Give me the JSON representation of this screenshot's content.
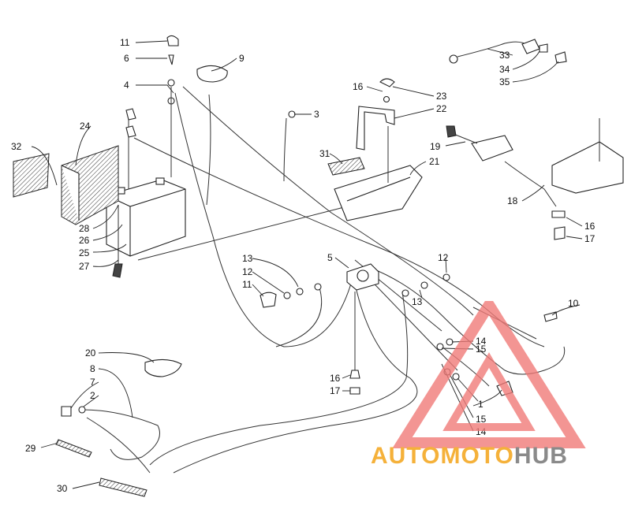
{
  "callouts": {
    "c1": "1",
    "c2": "2",
    "c3": "3",
    "c4": "4",
    "c5": "5",
    "c6": "6",
    "c7": "7",
    "c8": "8",
    "c9": "9",
    "c10": "10",
    "c11a": "11",
    "c11b": "11",
    "c12a": "12",
    "c12b": "12",
    "c13a": "13",
    "c13b": "13",
    "c14a": "14",
    "c14b": "14",
    "c15a": "15",
    "c15b": "15",
    "c16a": "16",
    "c16b": "16",
    "c16c": "16",
    "c17a": "17",
    "c17b": "17",
    "c18": "18",
    "c19": "19",
    "c20": "20",
    "c21": "21",
    "c22": "22",
    "c23": "23",
    "c24": "24",
    "c25": "25",
    "c26": "26",
    "c27": "27",
    "c28": "28",
    "c29": "29",
    "c30": "30",
    "c31": "31",
    "c32": "32",
    "c33": "33",
    "c34": "34",
    "c35": "35"
  },
  "watermark": {
    "word_part1": "AUTOMOTO",
    "word_part2": "HUB",
    "color_primary": "#f07a78",
    "color_word1": "#f5b13a",
    "color_word2": "#8a8a8a"
  }
}
